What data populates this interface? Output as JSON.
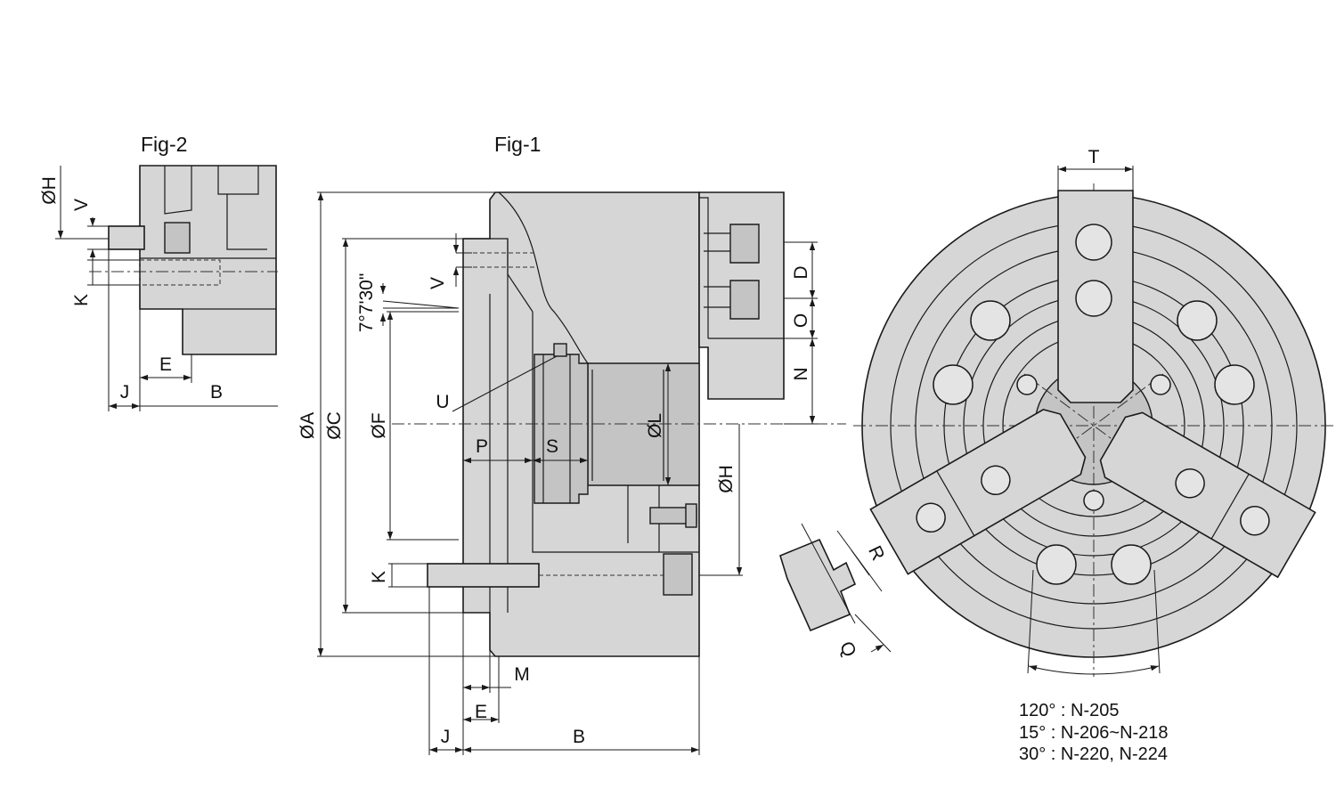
{
  "figures": {
    "fig1_title": "Fig-1",
    "fig2_title": "Fig-2"
  },
  "fig2_labels": {
    "dia_h": "ØH",
    "v": "V",
    "k": "K",
    "e": "E",
    "j": "J",
    "b": "B"
  },
  "fig1_labels": {
    "dia_a": "ØA",
    "dia_c": "ØC",
    "dia_f": "ØF",
    "dia_l": "ØL",
    "dia_h": "ØH",
    "angle": "7°7'30\"",
    "v": "V",
    "u": "U",
    "p": "P",
    "s": "S",
    "k": "K",
    "d": "D",
    "o": "O",
    "n": "N",
    "m": "M",
    "e": "E",
    "j": "J",
    "b": "B"
  },
  "front_labels": {
    "t": "T",
    "r": "R",
    "q": "Q"
  },
  "notes": [
    "120° : N-205",
    "15° : N-206~N-218",
    "30° : N-220, N-224"
  ],
  "colors": {
    "body_fill": "#d6d6d6",
    "line": "#1a1a1a"
  }
}
